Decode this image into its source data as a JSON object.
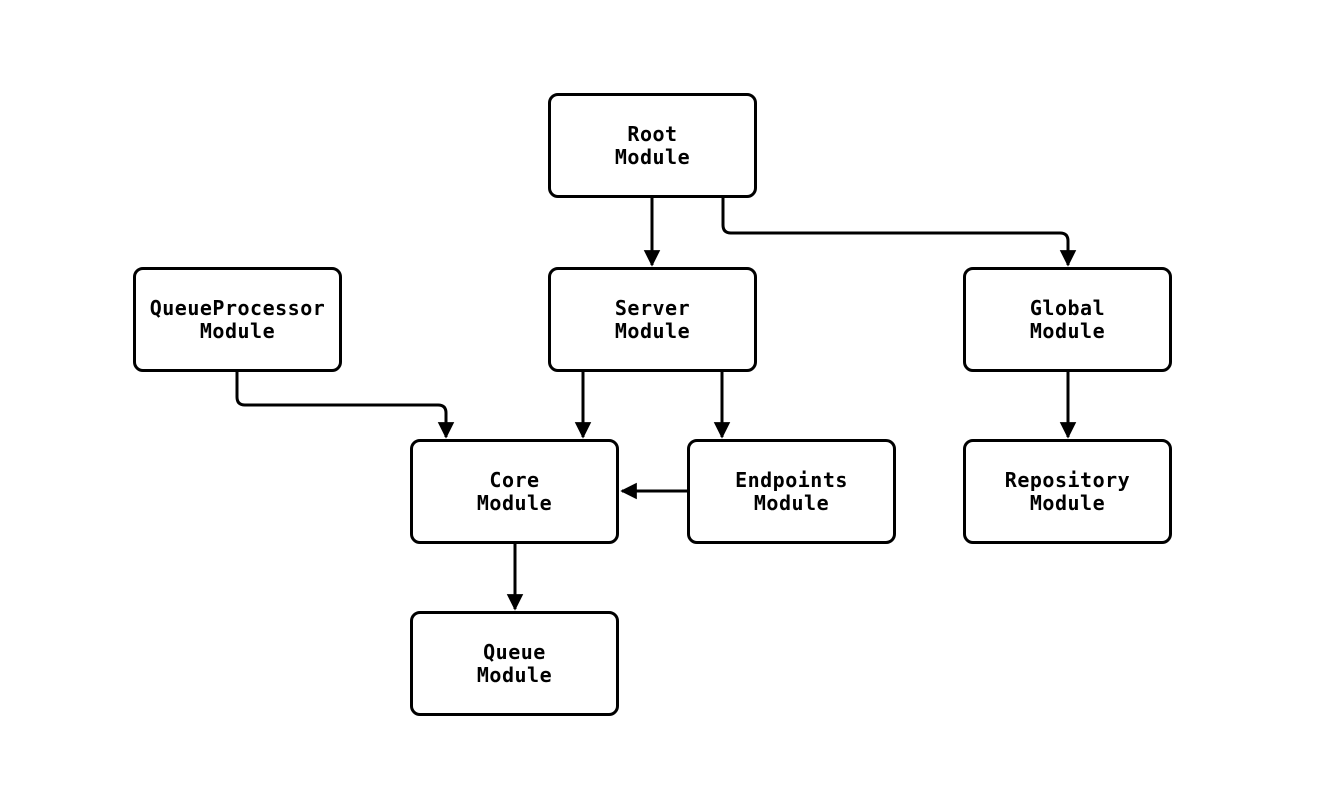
{
  "diagram": {
    "type": "module-dependency-graph",
    "colors": {
      "background": "#ffffff",
      "node_fill": "#ffffff",
      "node_border": "#000000",
      "edge_stroke": "#000000",
      "text": "#000000"
    },
    "nodes": [
      {
        "id": "root",
        "label": "Root\nModule"
      },
      {
        "id": "queueprocessor",
        "label": "QueueProcessor\nModule"
      },
      {
        "id": "server",
        "label": "Server\nModule"
      },
      {
        "id": "global",
        "label": "Global\nModule"
      },
      {
        "id": "core",
        "label": "Core\nModule"
      },
      {
        "id": "endpoints",
        "label": "Endpoints\nModule"
      },
      {
        "id": "repository",
        "label": "Repository\nModule"
      },
      {
        "id": "queue",
        "label": "Queue\nModule"
      }
    ],
    "edges": [
      {
        "from": "root",
        "to": "server"
      },
      {
        "from": "root",
        "to": "global"
      },
      {
        "from": "server",
        "to": "core"
      },
      {
        "from": "server",
        "to": "endpoints"
      },
      {
        "from": "queueprocessor",
        "to": "core"
      },
      {
        "from": "endpoints",
        "to": "core"
      },
      {
        "from": "global",
        "to": "repository"
      },
      {
        "from": "core",
        "to": "queue"
      }
    ]
  }
}
